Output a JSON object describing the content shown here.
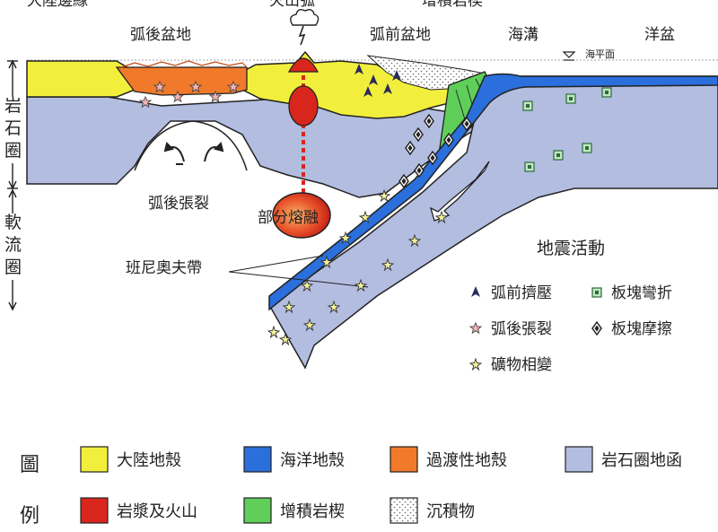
{
  "labels": {
    "continental_margin": "大陸邊緣",
    "volcanic_arc": "火山弧",
    "accretionary_wedge_top": "增積岩楔",
    "back_arc_basin": "弧後盆地",
    "fore_arc_basin": "弧前盆地",
    "trench": "海溝",
    "ocean_basin": "洋盆",
    "sea_level": "海平面",
    "lithosphere": [
      "岩",
      "石",
      "圈"
    ],
    "asthenosphere": [
      "軟",
      "流",
      "圈"
    ],
    "back_arc_rifting": "弧後張裂",
    "partial_melting": "部分熔融",
    "benioff_zone": "班尼奧夫帶"
  },
  "seismic": {
    "title": "地震活動",
    "items": [
      {
        "symbol": "triangle",
        "label": "弧前擠壓"
      },
      {
        "symbol": "box-x",
        "label": "板塊彎折"
      },
      {
        "symbol": "star",
        "label": "弧後張裂"
      },
      {
        "symbol": "diamond",
        "label": "板塊摩擦"
      },
      {
        "symbol": "asterisk",
        "label": "礦物相變"
      }
    ]
  },
  "legend": {
    "head_top": "圖",
    "head_bottom": "例",
    "items": [
      {
        "label": "大陸地殼",
        "color": "#f2ef3c"
      },
      {
        "label": "海洋地殼",
        "color": "#2a6fdb"
      },
      {
        "label": "過渡性地殼",
        "color": "#f07a2a"
      },
      {
        "label": "岩石圈地函",
        "color": "#b2bde0"
      },
      {
        "label": "岩漿及火山",
        "color": "#d8261d"
      },
      {
        "label": "增積岩楔",
        "color": "#5fcf5a"
      },
      {
        "label": "沉積物",
        "color": "#ffffff"
      }
    ]
  }
}
